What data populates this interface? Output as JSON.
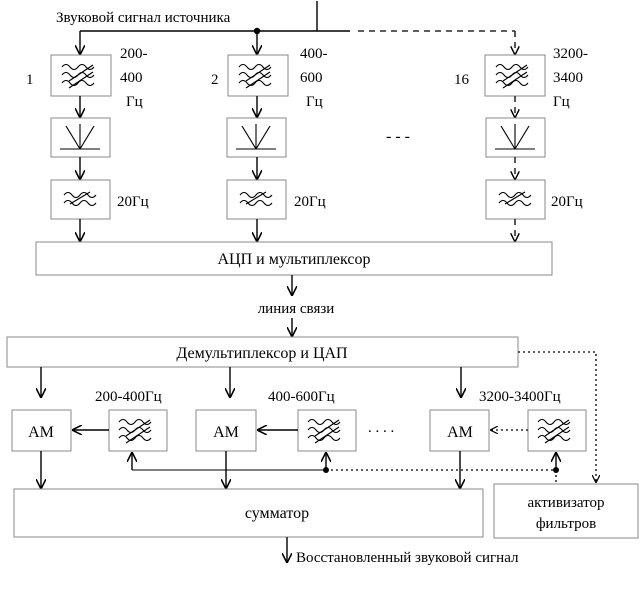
{
  "labels": {
    "source": "Звуковой сигнал источника",
    "filter_1_num": "1",
    "filter_2_num": "2",
    "filter_16_num": "16",
    "filter_1_range_a": "200-",
    "filter_1_range_b": "400",
    "filter_1_range_c": "Гц",
    "filter_2_range_a": "400-",
    "filter_2_range_b": "600",
    "filter_2_range_c": "Гц",
    "filter_16_range_a": "3200-",
    "filter_16_range_b": "3400",
    "filter_16_range_c": "Гц",
    "lpf_1": "20Гц",
    "lpf_2": "20Гц",
    "lpf_16": "20Гц",
    "adc_mux": "АЦП и мультиплексор",
    "comm_line": "линия связи",
    "demux_dac": "Демультиплексор и ЦАП",
    "rx_filter_1": "200-400Гц",
    "rx_filter_2": "400-600Гц",
    "rx_filter_16": "3200-3400Гц",
    "am_1": "АМ",
    "am_2": "АМ",
    "am_16": "АМ",
    "summator": "сумматор",
    "activator_a": "активизатор",
    "activator_b": "фильтров",
    "output": "Восстановленный звуковой сигнал",
    "dots_top": "- - -",
    "dots_bottom": ". . . ."
  },
  "icons": [
    "bandpass-filter-icon",
    "detector-icon",
    "lowpass-filter-icon",
    "arrow-down-icon"
  ]
}
